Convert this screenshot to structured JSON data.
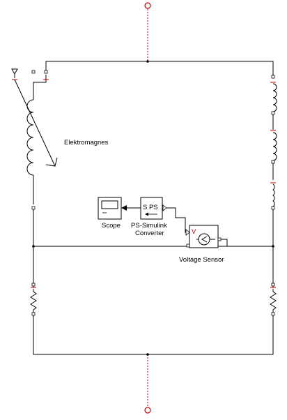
{
  "blocks": {
    "inductor": {
      "label": "Elektromagnes"
    },
    "scope": {
      "label": "Scope"
    },
    "converter": {
      "label_line1": "PS-Simulink",
      "label_line2": "Converter",
      "glyph": "S PS"
    },
    "voltage_sensor": {
      "label": "Voltage Sensor",
      "port_label": "V"
    }
  },
  "colors": {
    "wire": "#000000",
    "port_marker": "#c00000",
    "dashed_line": "#c00000"
  }
}
